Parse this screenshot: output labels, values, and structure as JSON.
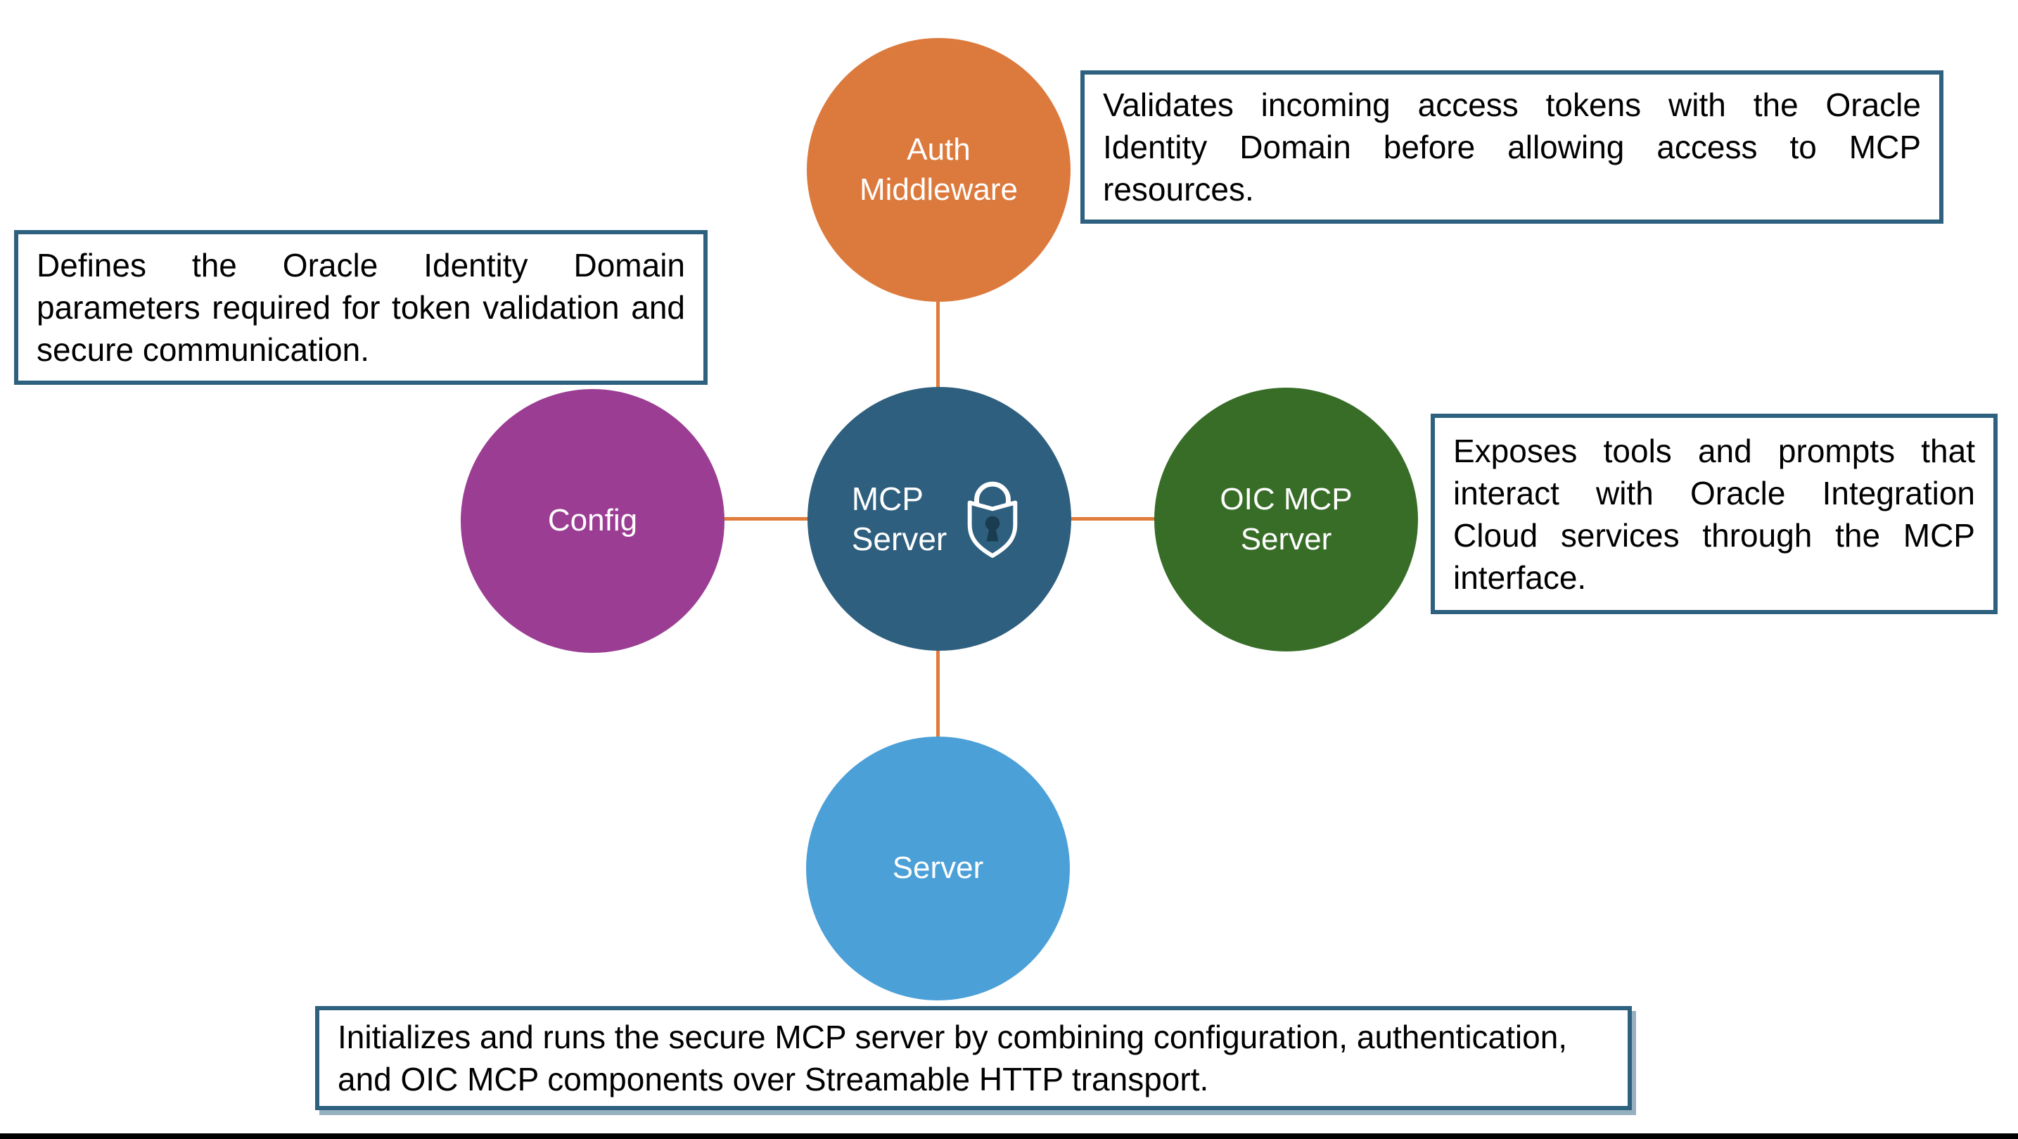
{
  "nodes": {
    "auth": {
      "label": "Auth\nMiddleware",
      "color": "#DC7A3D"
    },
    "config": {
      "label": "Config",
      "color": "#9C3D94"
    },
    "center": {
      "label": "MCP\nServer",
      "color": "#2E5F7E",
      "icon": "shield-lock-icon"
    },
    "oic": {
      "label": "OIC MCP\nServer",
      "color": "#386D28"
    },
    "server": {
      "label": "Server",
      "color": "#4BA0D8"
    }
  },
  "notes": {
    "auth": {
      "text": "Validates incoming access tokens with the Oracle Identity Domain before allowing access to MCP resources."
    },
    "config": {
      "text": "Defines the Oracle Identity Domain parameters required for token validation and secure communication."
    },
    "oic": {
      "text": "Exposes tools and prompts that interact with Oracle Integration Cloud services through the MCP interface."
    },
    "server": {
      "text": "Initializes and runs the secure MCP server by combining configuration, authentication, and OIC MCP components over Streamable HTTP transport."
    }
  },
  "style": {
    "connector_color": "#E07B3B",
    "note_border_color": "#2E617F",
    "note_text_color": "#000000",
    "circle_text_color": "#FFFFFF",
    "background_color": "#FFFFFF",
    "bottom_bar_color": "#000000",
    "keyhole_color": "#1A3C50"
  }
}
